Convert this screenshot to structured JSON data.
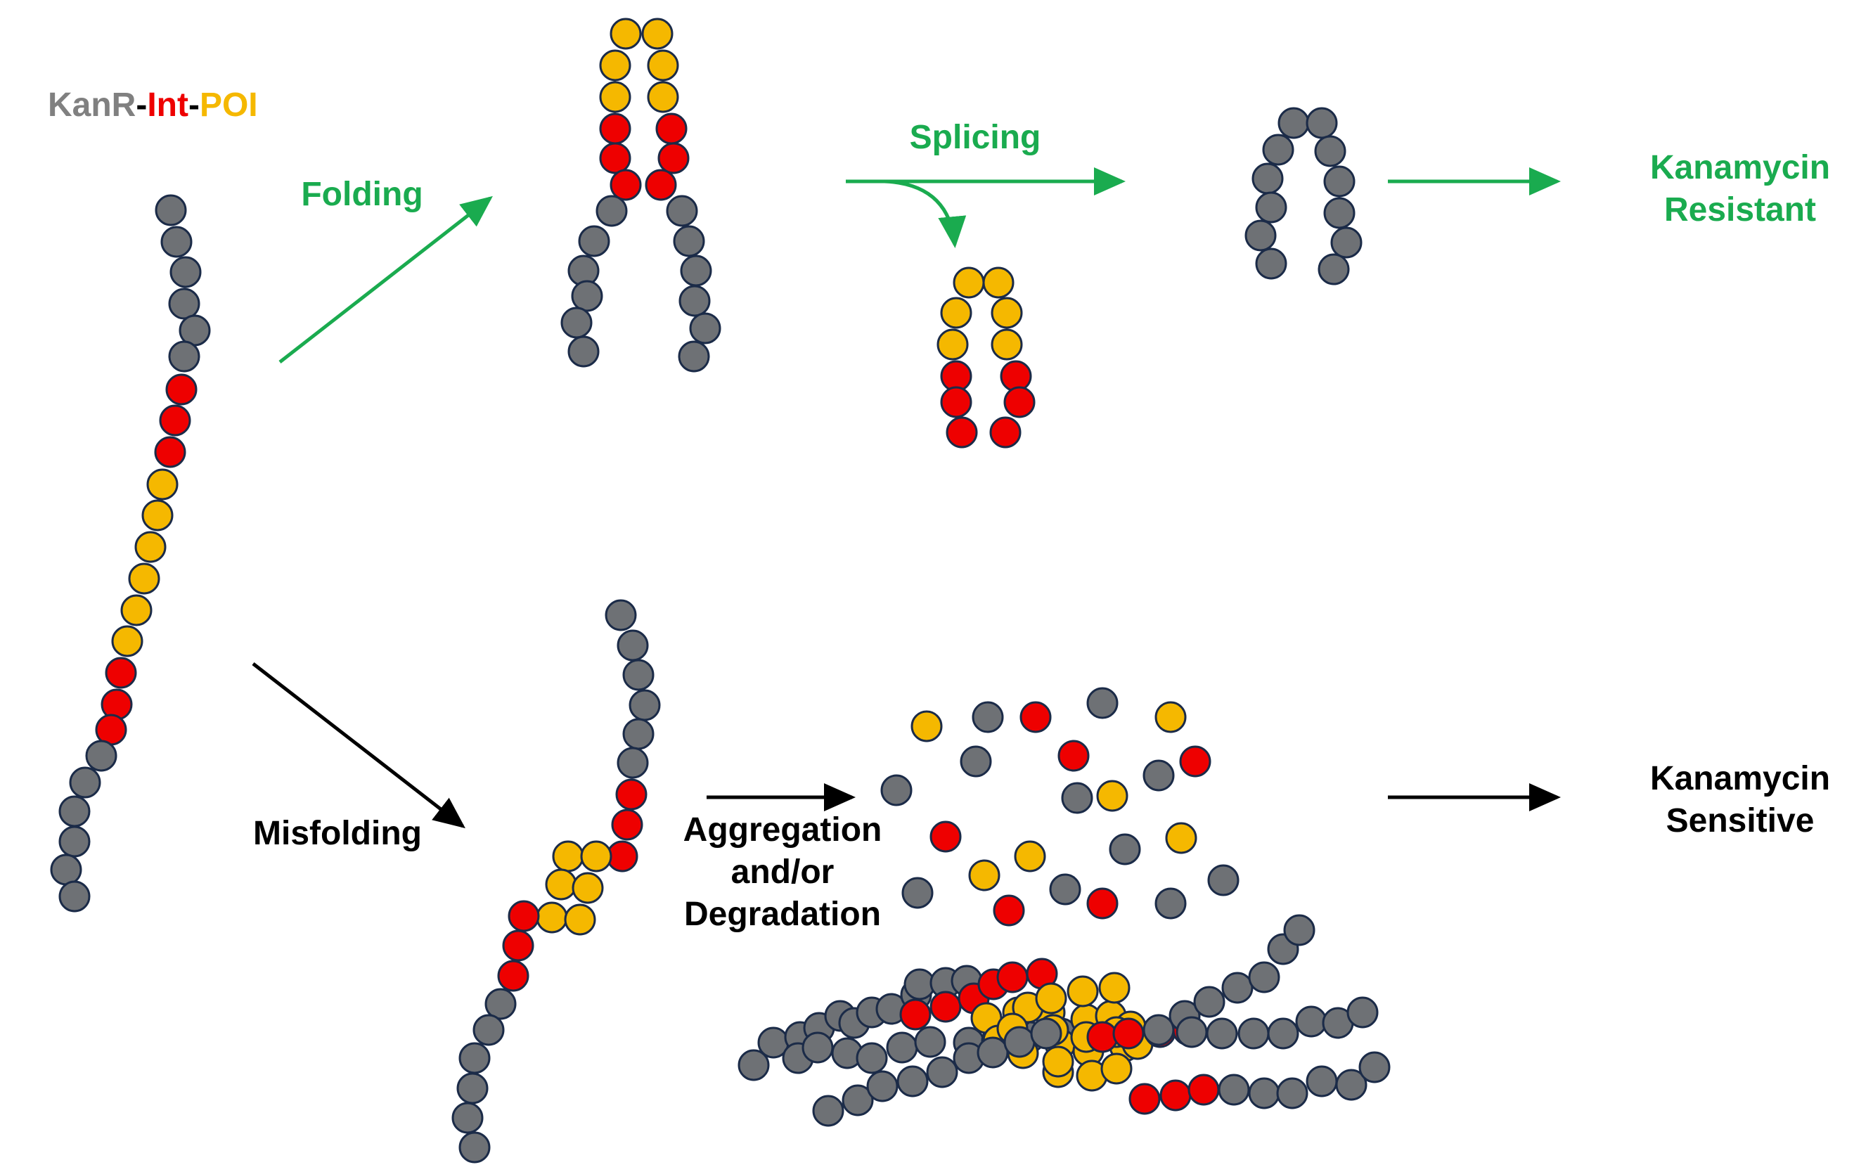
{
  "title": {
    "kanr": "KanR",
    "dash1": "-",
    "int": "Int",
    "dash2": "-",
    "poi": "POI"
  },
  "labels": {
    "folding": "Folding",
    "splicing": "Splicing",
    "misfolding": "Misfolding",
    "aggregation_1": "Aggregation",
    "aggregation_2": "and/or",
    "aggregation_3": "Degradation",
    "resistant_1": "Kanamycin",
    "resistant_2": "Resistant",
    "sensitive_1": "Kanamycin",
    "sensitive_2": "Sensitive"
  },
  "colors": {
    "kanr": "#6e7175",
    "intein": "#ee0000",
    "poi": "#f5b800",
    "outline": "#1b2b48",
    "folding_path": "#1aab4f",
    "misfolding_path": "#000000",
    "title_kanr": "#808080"
  },
  "legend": {
    "kanr": "KanR",
    "intein": "Int",
    "poi": "POI"
  },
  "pathways": [
    {
      "route": "Folding",
      "step": "Splicing",
      "outcome": "Kanamycin Resistant"
    },
    {
      "route": "Misfolding",
      "step": "Aggregation and/or Degradation",
      "outcome": "Kanamycin Sensitive"
    }
  ]
}
